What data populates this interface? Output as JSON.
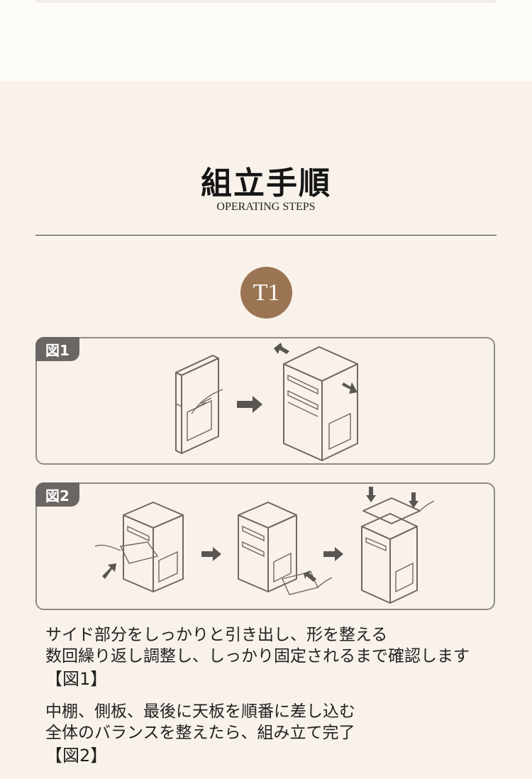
{
  "header": {
    "title": "組立手順",
    "subtitle": "OPERATING STEPS"
  },
  "step": {
    "badge": "T1"
  },
  "figures": [
    {
      "tag": "図1"
    },
    {
      "tag": "図2"
    }
  ],
  "instructions": [
    {
      "line1": "サイド部分をしっかりと引き出し、形を整える",
      "line2": "数回繰り返し調整し、しっかり固定されるまで確認します",
      "ref": "【図1】"
    },
    {
      "line1": "中棚、側板、最後に天板を順番に差し込む",
      "line2": "全体のバランスを整えたら、組み立て完了",
      "ref": "【図2】"
    }
  ],
  "colors": {
    "background": "#f8f2ea",
    "badge": "#9b7553",
    "tag": "#6b6663",
    "border": "#8f8b88"
  }
}
